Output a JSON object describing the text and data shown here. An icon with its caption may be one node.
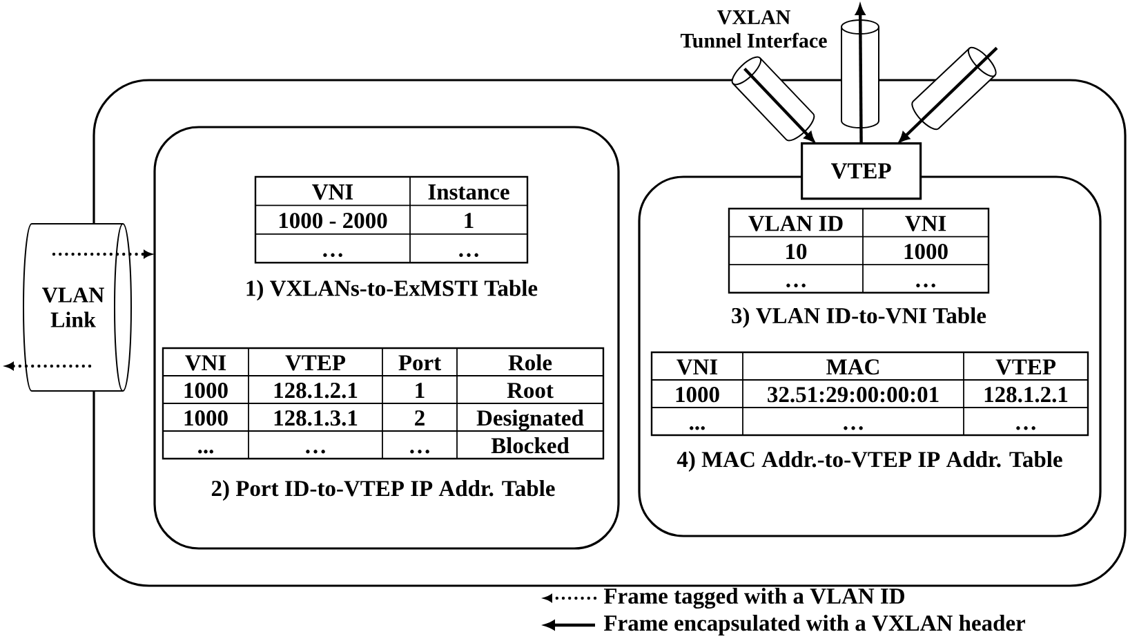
{
  "diagram": {
    "nodes": [
      {
        "text": [],
        "shape": "box"
      },
      {
        "text": [],
        "shape": "box",
        "in": 0
      },
      {
        "text": [
          "VNI",
          "Instance",
          "1000 - 2000",
          "1",
          "…",
          "…"
        ],
        "beside": [
          "1) VXLANs-to-ExMSTI Table"
        ],
        "in": 1
      },
      {
        "text": [
          "VNI",
          "VTEP",
          "Port",
          "Role",
          "1000",
          "128.1.2.1",
          "1",
          "Root",
          "1000",
          "128.1.3.1",
          "2",
          "Designated",
          "...",
          "…",
          "…",
          "Blocked"
        ],
        "beside": [
          "2) Port ID-to-VTEP IP Addr. Table"
        ],
        "in": 1
      },
      {
        "text": [
          "VTEP"
        ],
        "in": 0
      },
      {
        "text": [],
        "shape": "box",
        "in": 0
      },
      {
        "text": [
          "VLAN ID",
          "VNI",
          "10",
          "1000",
          "…",
          "…"
        ],
        "beside": [
          "3) VLAN ID-to-VNI Table"
        ],
        "in": 5
      },
      {
        "text": [
          "VNI",
          "MAC",
          "VTEP",
          "1000",
          "32.51:29:00:00:01",
          "128.1.2.1",
          "...",
          "…",
          "…"
        ],
        "beside": [
          "4) MAC Addr.-to-VTEP IP Addr. Table"
        ],
        "in": 5
      },
      {
        "text": [
          "VLAN Link"
        ]
      },
      {
        "text": [],
        "shape": "cylinder",
        "beside": [
          "VXLAN Tunnel Interface"
        ]
      },
      {
        "text": [],
        "shape": "cylinder"
      },
      {
        "text": [],
        "shape": "cylinder"
      }
    ],
    "edges": [
      {
        "from": 8,
        "to": 1,
        "arrow": "to",
        "style": "dashed"
      },
      {
        "from": 8,
        "to": null,
        "arrow": "to",
        "style": "dashed"
      },
      {
        "from": 9,
        "to": 4,
        "arrow": "to"
      },
      {
        "from": 4,
        "to": 10,
        "arrow": "to"
      },
      {
        "from": 11,
        "to": 4,
        "arrow": "to"
      }
    ],
    "legend": [
      {
        "text": "Frame tagged with a VLAN ID"
      },
      {
        "text": "Frame encapsulated with a VXLAN header"
      }
    ]
  }
}
